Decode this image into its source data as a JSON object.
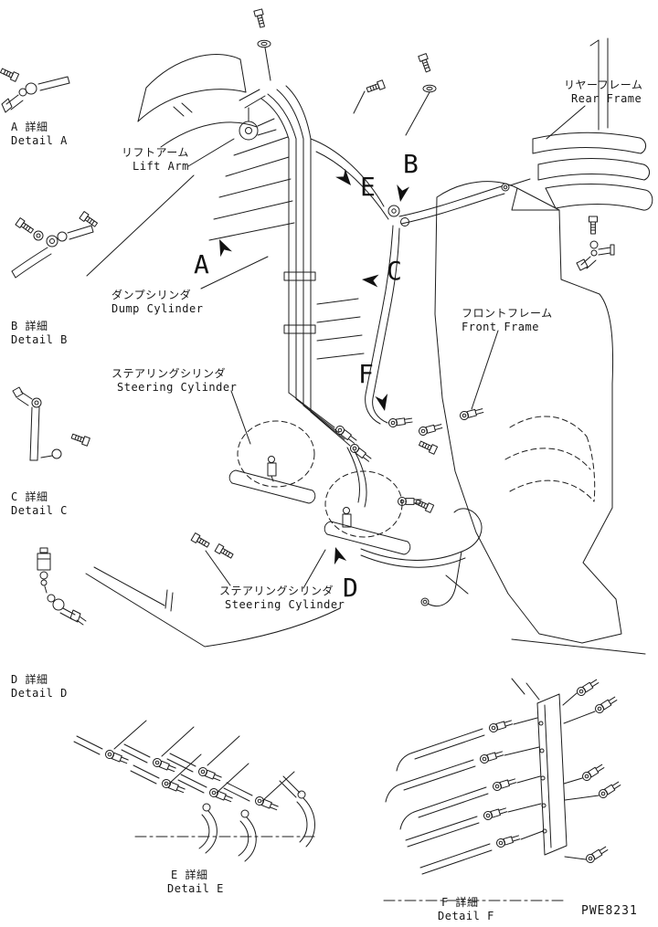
{
  "drawing": {
    "code": "PWE8231",
    "callouts": {
      "a": "A",
      "b": "B",
      "c": "C",
      "d": "D",
      "e": "E",
      "f": "F"
    },
    "labels": {
      "rear_frame": {
        "jp": "リヤーフレーム",
        "en": "Rear Frame"
      },
      "lift_arm": {
        "jp": "リフトアーム",
        "en": "Lift Arm"
      },
      "dump_cylinder": {
        "jp": "ダンプシリンダ",
        "en": "Dump Cylinder"
      },
      "front_frame": {
        "jp": "フロントフレーム",
        "en": "Front Frame"
      },
      "steering_cylinder_upper": {
        "jp": "ステアリングシリンダ",
        "en": "Steering Cylinder"
      },
      "steering_cylinder_lower": {
        "jp": "ステアリングシリンダ",
        "en": "Steering Cylinder"
      }
    },
    "details": {
      "a": {
        "jp": "A 詳細",
        "en": "Detail A"
      },
      "b": {
        "jp": "B 詳細",
        "en": "Detail B"
      },
      "c": {
        "jp": "C 詳細",
        "en": "Detail C"
      },
      "d": {
        "jp": "D 詳細",
        "en": "Detail D"
      },
      "e": {
        "jp": "E 詳細",
        "en": "Detail E"
      },
      "f": {
        "jp": "F 詳細",
        "en": "Detail F"
      }
    }
  }
}
